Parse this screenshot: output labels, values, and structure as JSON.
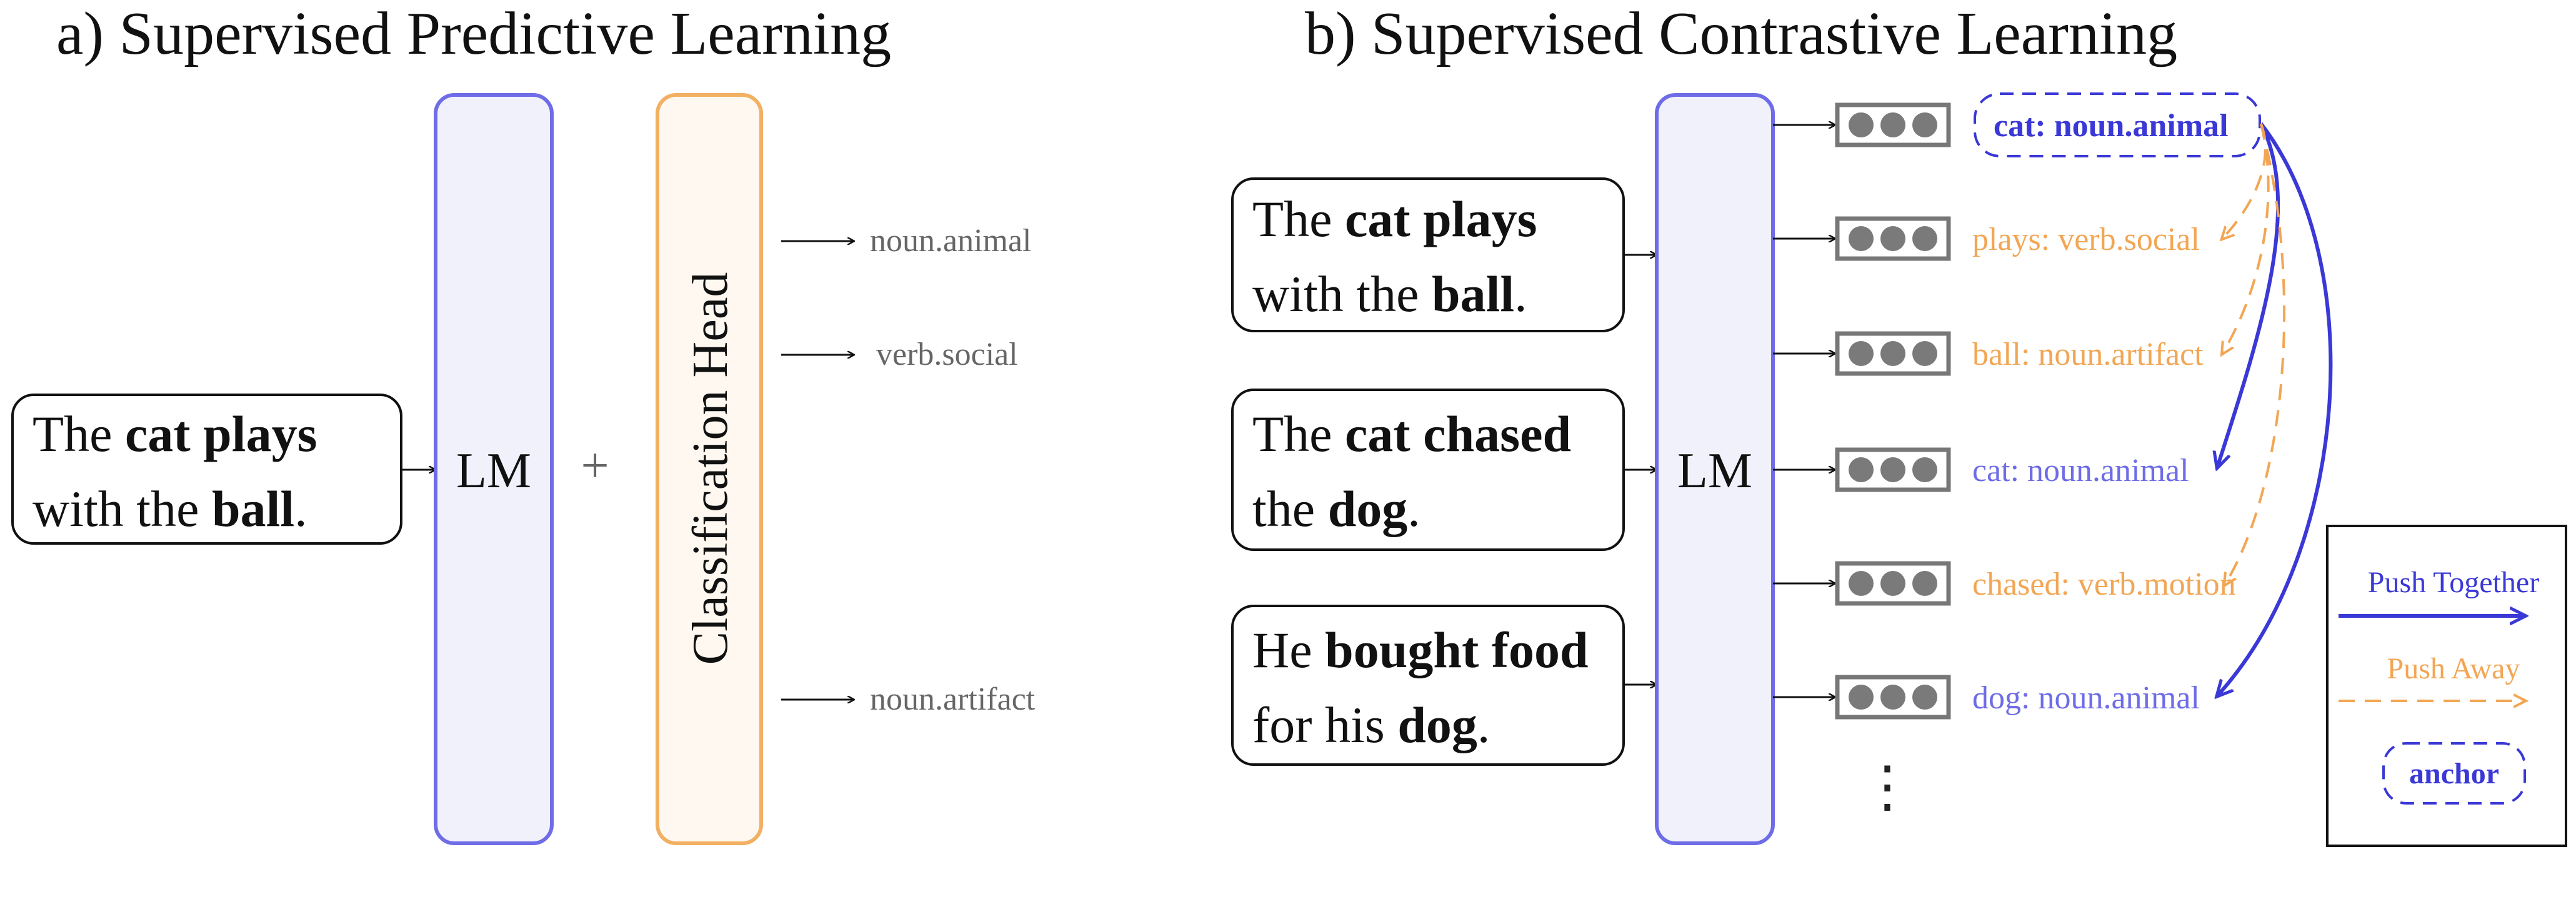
{
  "titles": {
    "left": "a) Supervised Predictive Learning",
    "right": "b) Supervised Contrastive Learning"
  },
  "left_panel": {
    "sentence": {
      "line1": [
        {
          "t": "The ",
          "b": false
        },
        {
          "t": "cat plays",
          "b": true
        }
      ],
      "line2": [
        {
          "t": "with the ",
          "b": false
        },
        {
          "t": "ball",
          "b": true
        },
        {
          "t": ".",
          "b": false
        }
      ]
    },
    "lm_label": "LM",
    "plus": "+",
    "head_label": "Classification Head",
    "outputs": [
      "noun.animal",
      "verb.social",
      "noun.artifact"
    ]
  },
  "right_panel": {
    "sentences": [
      {
        "line1": [
          {
            "t": "The ",
            "b": false
          },
          {
            "t": "cat plays",
            "b": true
          }
        ],
        "line2": [
          {
            "t": "with the ",
            "b": false
          },
          {
            "t": "ball",
            "b": true
          },
          {
            "t": ".",
            "b": false
          }
        ]
      },
      {
        "line1": [
          {
            "t": "The ",
            "b": false
          },
          {
            "t": "cat chased",
            "b": true
          }
        ],
        "line2": [
          {
            "t": "the ",
            "b": false
          },
          {
            "t": "dog",
            "b": true
          },
          {
            "t": ".",
            "b": false
          }
        ]
      },
      {
        "line1": [
          {
            "t": "He ",
            "b": false
          },
          {
            "t": "bought food",
            "b": true
          }
        ],
        "line2": [
          {
            "t": "for his ",
            "b": false
          },
          {
            "t": "dog",
            "b": true
          },
          {
            "t": ".",
            "b": false
          }
        ]
      }
    ],
    "lm_label": "LM",
    "embeddings": [
      {
        "label": "cat: noun.animal",
        "role": "anchor"
      },
      {
        "label": "plays: verb.social",
        "role": "push"
      },
      {
        "label": "ball: noun.artifact",
        "role": "push"
      },
      {
        "label": "cat: noun.animal",
        "role": "pull"
      },
      {
        "label": "chased: verb.motion",
        "role": "push"
      },
      {
        "label": "dog: noun.animal",
        "role": "pull"
      }
    ],
    "ellipsis": "⋮"
  },
  "legend": {
    "together": "Push Together",
    "away": "Push Away",
    "anchor": "anchor"
  },
  "colors": {
    "lm_fill": "#f1f1fc",
    "lm_stroke": "#6e6ce6",
    "head_fill": "#fef8f1",
    "head_stroke": "#f2b062",
    "anchor_blue": "#3a38d6",
    "pull_blue": "#6e6ce6",
    "push_orange": "#f2a654",
    "grey_dot": "#7a7a7a"
  }
}
